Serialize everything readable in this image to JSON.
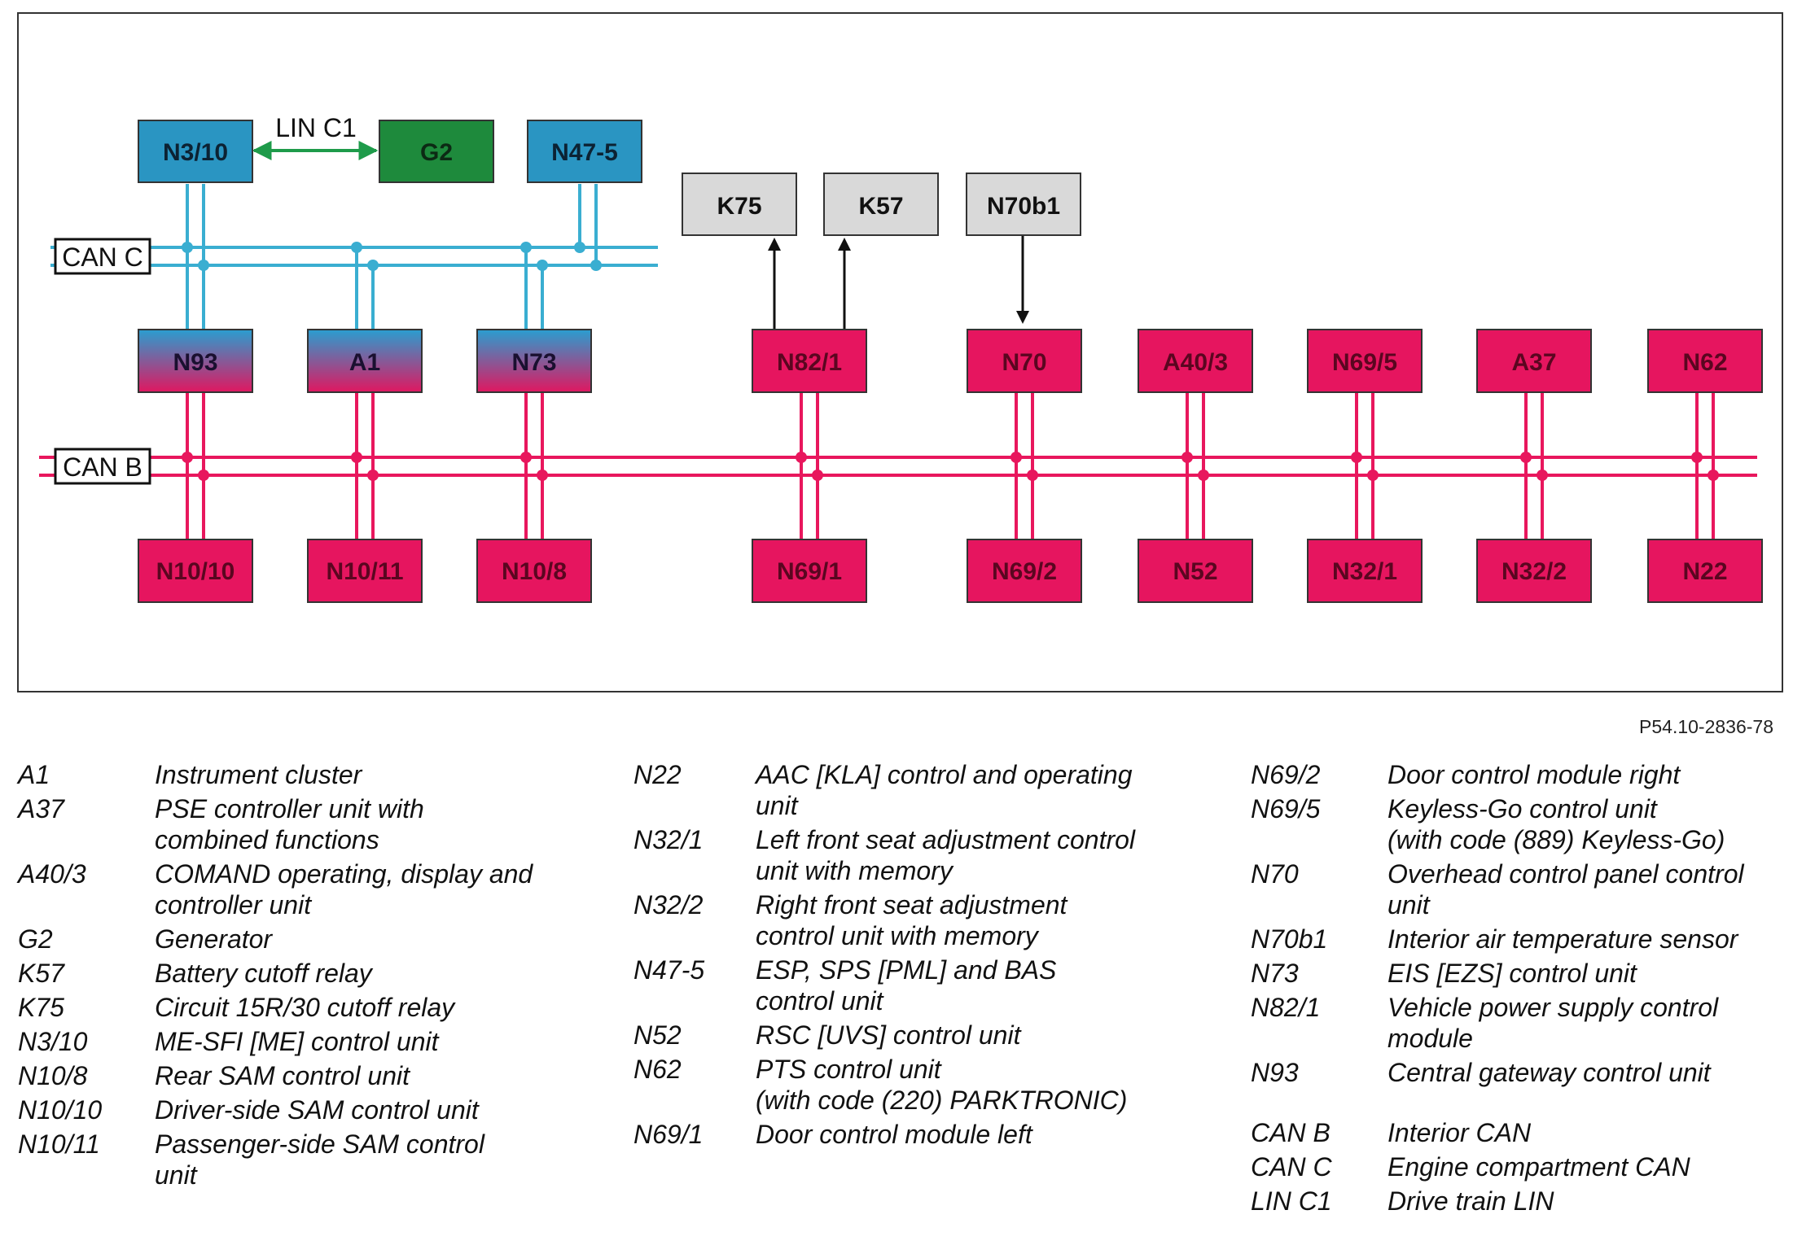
{
  "colors": {
    "frame": "#333333",
    "can_c": "#3aaed1",
    "can_b": "#e8175d",
    "lin": "#1e9b4a",
    "node_blue": "#2a95c2",
    "node_green": "#1e8a3c",
    "node_red": "#e6155f",
    "node_gray": "#d9d9d9",
    "gradient_top": "#2a9ed0",
    "gradient_bottom": "#e01760"
  },
  "buses": {
    "can_c": "CAN C",
    "can_b": "CAN B",
    "lin": "LIN C1"
  },
  "nodes": {
    "n3_10": "N3/10",
    "g2": "G2",
    "n47_5": "N47-5",
    "k75": "K75",
    "k57": "K57",
    "n70b1": "N70b1",
    "n93": "N93",
    "a1": "A1",
    "n73": "N73",
    "n82_1": "N82/1",
    "n70": "N70",
    "a40_3": "A40/3",
    "n69_5": "N69/5",
    "a37": "A37",
    "n62": "N62",
    "n10_10": "N10/10",
    "n10_11": "N10/11",
    "n10_8": "N10/8",
    "n69_1": "N69/1",
    "n69_2": "N69/2",
    "n52": "N52",
    "n32_1": "N32/1",
    "n32_2": "N32/2",
    "n22": "N22"
  },
  "figure_id": "P54.10-2836-78",
  "legend": {
    "col1": [
      {
        "code": "A1",
        "lines": [
          "Instrument cluster"
        ]
      },
      {
        "code": "A37",
        "lines": [
          "PSE controller unit with",
          "combined functions"
        ]
      },
      {
        "code": "A40/3",
        "lines": [
          "COMAND operating, display and",
          "controller unit"
        ]
      },
      {
        "code": "G2",
        "lines": [
          "Generator"
        ]
      },
      {
        "code": "K57",
        "lines": [
          "Battery cutoff relay"
        ]
      },
      {
        "code": "K75",
        "lines": [
          "Circuit 15R/30 cutoff relay"
        ]
      },
      {
        "code": "N3/10",
        "lines": [
          "ME-SFI [ME] control unit"
        ]
      },
      {
        "code": "N10/8",
        "lines": [
          "Rear SAM control unit"
        ]
      },
      {
        "code": "N10/10",
        "lines": [
          "Driver-side SAM control unit"
        ]
      },
      {
        "code": "N10/11",
        "lines": [
          "Passenger-side SAM control",
          "unit"
        ]
      }
    ],
    "col2": [
      {
        "code": "N22",
        "lines": [
          "AAC [KLA] control and operating",
          "unit"
        ]
      },
      {
        "code": "N32/1",
        "lines": [
          "Left front seat adjustment control",
          "unit with memory"
        ]
      },
      {
        "code": "N32/2",
        "lines": [
          "Right front seat adjustment",
          "control unit with memory"
        ]
      },
      {
        "code": "N47-5",
        "lines": [
          "ESP, SPS [PML] and BAS",
          "control unit"
        ]
      },
      {
        "code": "N52",
        "lines": [
          "RSC [UVS] control unit"
        ]
      },
      {
        "code": "N62",
        "lines": [
          "PTS control unit",
          "(with code (220) PARKTRONIC)"
        ]
      },
      {
        "code": "N69/1",
        "lines": [
          "Door control module left"
        ]
      }
    ],
    "col3": [
      {
        "code": "N69/2",
        "lines": [
          "Door control module right"
        ]
      },
      {
        "code": "N69/5",
        "lines": [
          "Keyless-Go control unit",
          "(with code (889) Keyless-Go)"
        ]
      },
      {
        "code": "N70",
        "lines": [
          "Overhead control panel control",
          "unit"
        ]
      },
      {
        "code": "N70b1",
        "lines": [
          "Interior air temperature sensor"
        ]
      },
      {
        "code": "N73",
        "lines": [
          "EIS [EZS] control unit"
        ]
      },
      {
        "code": "N82/1",
        "lines": [
          "Vehicle power supply control",
          "module"
        ]
      },
      {
        "code": "N93",
        "lines": [
          "Central gateway control unit"
        ]
      },
      {
        "code": "CAN B",
        "lines": [
          "Interior CAN"
        ],
        "gap": true
      },
      {
        "code": "CAN C",
        "lines": [
          "Engine compartment CAN"
        ]
      },
      {
        "code": "LIN C1",
        "lines": [
          "Drive train LIN"
        ]
      }
    ]
  }
}
